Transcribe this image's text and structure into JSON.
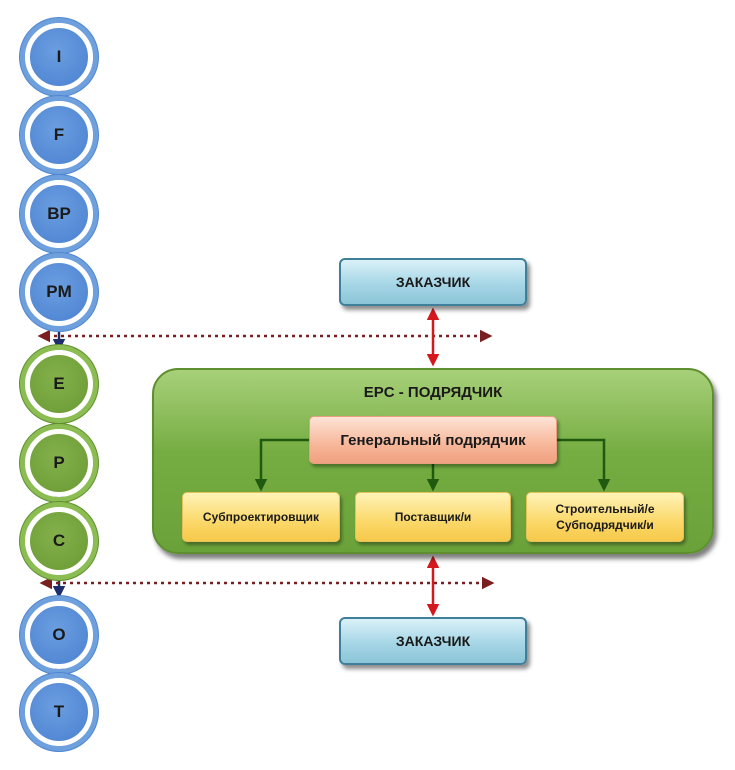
{
  "phases": [
    "I",
    "F",
    "BP",
    "PM",
    "E",
    "P",
    "C",
    "O",
    "T"
  ],
  "customer_top": "ЗАКАЗЧИК",
  "customer_bottom": "ЗАКАЗЧИК",
  "epc": {
    "title": "EPC - ПОДРЯДЧИК",
    "general": "Генеральный подрядчик",
    "subs": [
      "Субпроектировщик",
      "Поставщик/и",
      "Строительный/е Субподрядчик/и"
    ]
  },
  "colors": {
    "phase_blue": "#4a80d0",
    "phase_green": "#6a9a34",
    "arrow_navy": "#1f2d6b",
    "arrow_red": "#d4181e",
    "arrow_green": "#1f5a0f",
    "dotted_line": "#7a1f1f"
  }
}
